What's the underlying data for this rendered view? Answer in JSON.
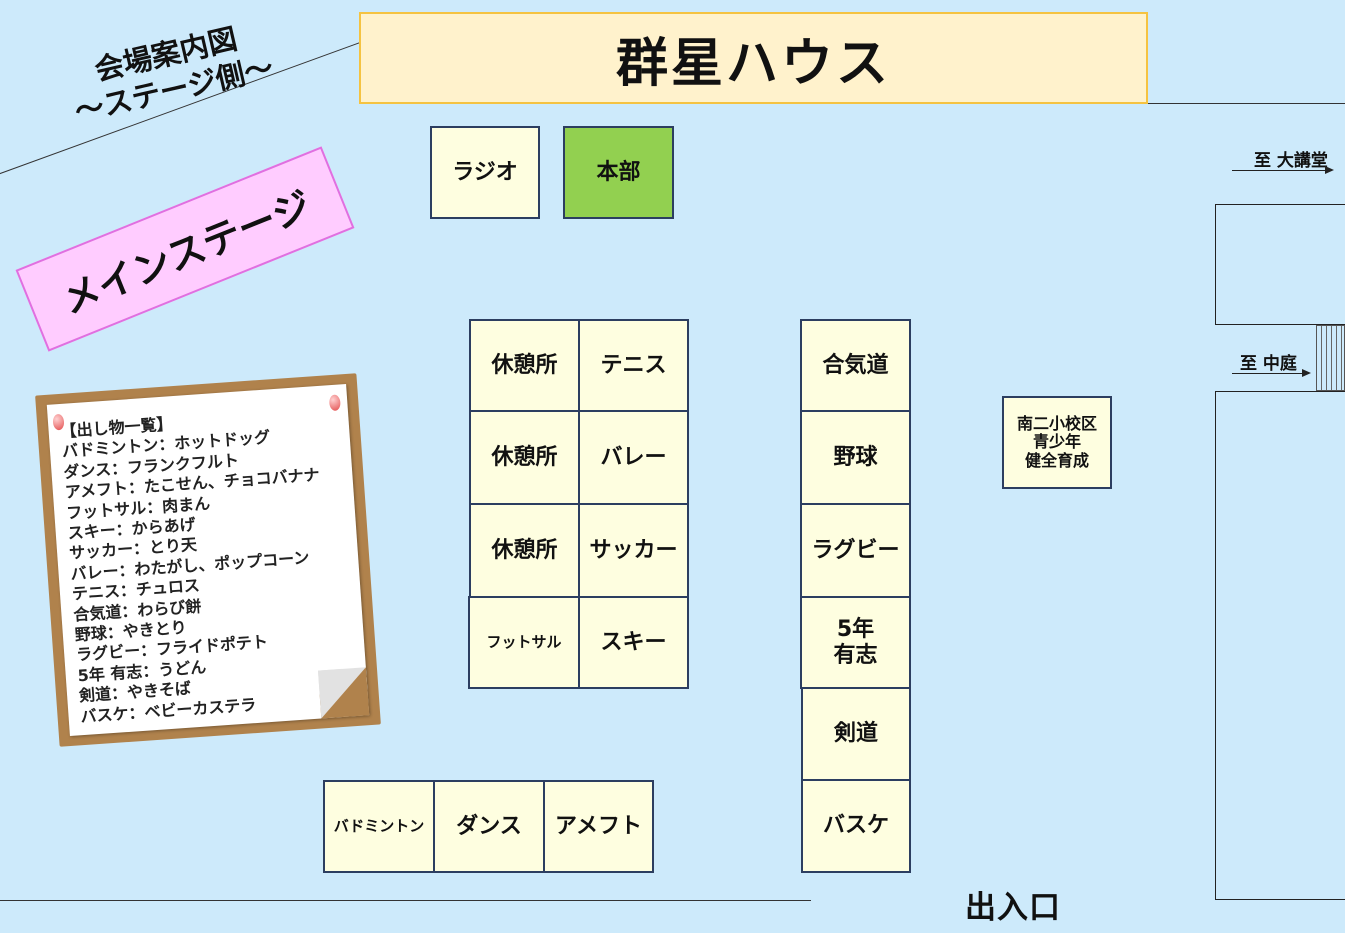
{
  "title": "群星ハウス",
  "heading": {
    "line1": "会場案内図",
    "line2": "～ステージ側～"
  },
  "main_stage": "メインステージ",
  "booths": {
    "radio": "ラジオ",
    "headquarters": "本部",
    "rest1": "休憩所",
    "tennis": "テニス",
    "rest2": "休憩所",
    "volleyball": "バレー",
    "rest3": "休憩所",
    "soccer": "サッカー",
    "futsal": "フットサル",
    "ski": "スキー",
    "aikido": "合気道",
    "baseball": "野球",
    "rugby": "ラグビー",
    "fifth_grade": "5年\n有志",
    "kendo": "剣道",
    "basketball": "バスケ",
    "badminton": "バドミントン",
    "dance": "ダンス",
    "american_football": "アメフト",
    "youth_group": "南二小校区\n青少年\n健全育成"
  },
  "menu_board": {
    "title": "【出し物一覧】",
    "items": [
      "バドミントン：ホットドッグ",
      "ダンス：フランクフルト",
      "アメフト：たこせん、チョコバナナ",
      "フットサル：肉まん",
      "スキー：からあげ",
      "サッカー：とり天",
      "バレー：わたがし、ポップコーン",
      "テニス：チュロス",
      "合気道：わらび餅",
      "野球：やきとり",
      "ラグビー：フライドポテト",
      "5年 有志：うどん",
      "剣道：やきそば",
      "バスケ：ベビーカステラ"
    ]
  },
  "directions": {
    "auditorium": "至 大講堂",
    "courtyard": "至 中庭"
  },
  "entrance": "出入口",
  "colors": {
    "background": "#cdeafb",
    "booth": "#fefee0",
    "headquarters": "#92d050",
    "stage": "#ffccff",
    "title_box": "#fff2cc",
    "board_frame": "#b0824c"
  }
}
